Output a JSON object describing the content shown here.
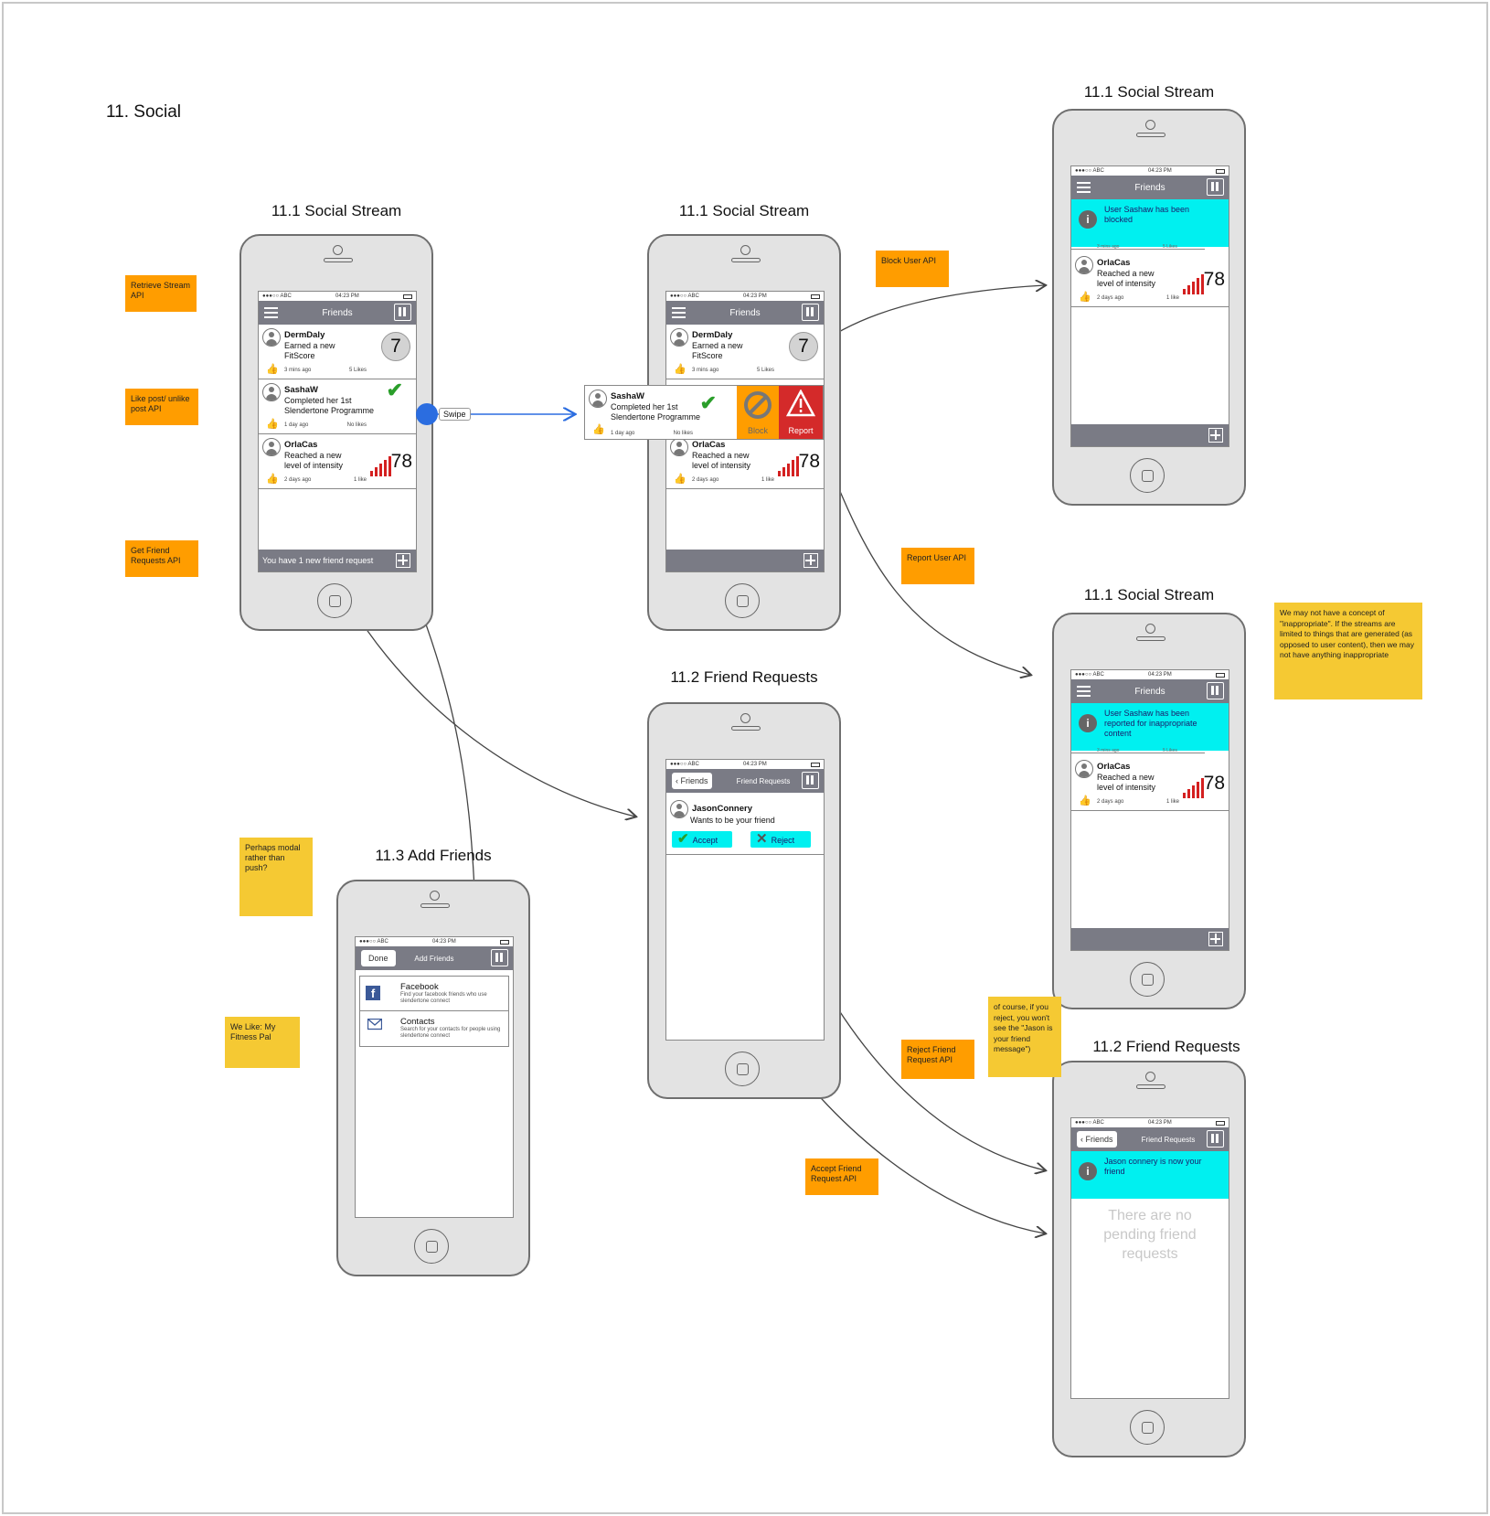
{
  "page": {
    "title": "11. Social"
  },
  "status": {
    "carrier": "●●●○○ ABC",
    "time": "04:23 PM"
  },
  "screen_titles": {
    "stream1": "11.1 Social Stream",
    "stream2": "11.1 Social Stream",
    "blocked": "11.1 Social Stream",
    "reported": "11.1 Social Stream",
    "requests": "11.2 Friend Requests",
    "requests_done": "11.2 Friend Requests",
    "add_friends": "11.3 Add Friends"
  },
  "nav": {
    "friends": "Friends",
    "friend_requests": "Friend Requests",
    "add_friends": "Add Friends",
    "back": "Friends",
    "done": "Done"
  },
  "feed": [
    {
      "name": "DermDaly",
      "text": "Earned a new FitScore",
      "time": "3 mins ago",
      "likes": "5 Likes",
      "score": "7"
    },
    {
      "name": "SashaW",
      "text": "Completed her 1st Slendertone Programme",
      "time": "1 day ago",
      "likes": "No likes"
    },
    {
      "name": "OrlaCas",
      "text": "Reached a new level of intensity",
      "time": "2 days ago",
      "likes": "1 like",
      "score": "78"
    }
  ],
  "stream1": {
    "friend_request_bar": "You have 1 new friend request"
  },
  "swipe": {
    "label": "Swipe",
    "block": "Block",
    "report": "Report"
  },
  "blocked": {
    "message": "User Sashaw has been blocked",
    "time": "3 mins ago",
    "likes": "5 Likes"
  },
  "reported": {
    "message": "User Sashaw has been reported for inappropriate content",
    "time": "3 mins ago",
    "likes": "5 Likes"
  },
  "requests": {
    "name": "JasonConnery",
    "text": "Wants to be your friend",
    "accept": "Accept",
    "reject": "Reject"
  },
  "requests_done": {
    "message": "Jason connery is now your friend",
    "empty": "There are no pending friend requests"
  },
  "add_friends": {
    "items": [
      {
        "title": "Facebook",
        "desc": "Find your facebook friends who use slendertone connect",
        "icon": "facebook-icon"
      },
      {
        "title": "Contacts",
        "desc": "Search for your contacts for people using slendertone connect",
        "icon": "mail-icon"
      }
    ]
  },
  "notes": {
    "retrieve_stream": "Retrieve Stream API",
    "like_post": "Like post/ unlike post API",
    "get_friend_requests": "Get Friend Requests API",
    "block_user": "Block User API",
    "report_user": "Report User API",
    "reject_friend": "Reject Friend Request API",
    "accept_friend": "Accept Friend Request API",
    "modal": "Perhaps modal rather than push?",
    "we_like": "We Like: My Fitness Pal",
    "inappropriate": "We may not have a concept of \"inappropriate\". If the streams are limited to things that are generated (as opposed to user content), then we may not have anything inappropriate",
    "of_course": "of course, if you reject, you won't see the \"Jason is your friend message\")"
  },
  "colors": {
    "nav": "#7a7b85",
    "banner": "#00f0f0",
    "orange_note": "#ff9d00",
    "yellow_note": "#f5c933",
    "report": "#d42a2a",
    "block": "#ff9d00"
  }
}
